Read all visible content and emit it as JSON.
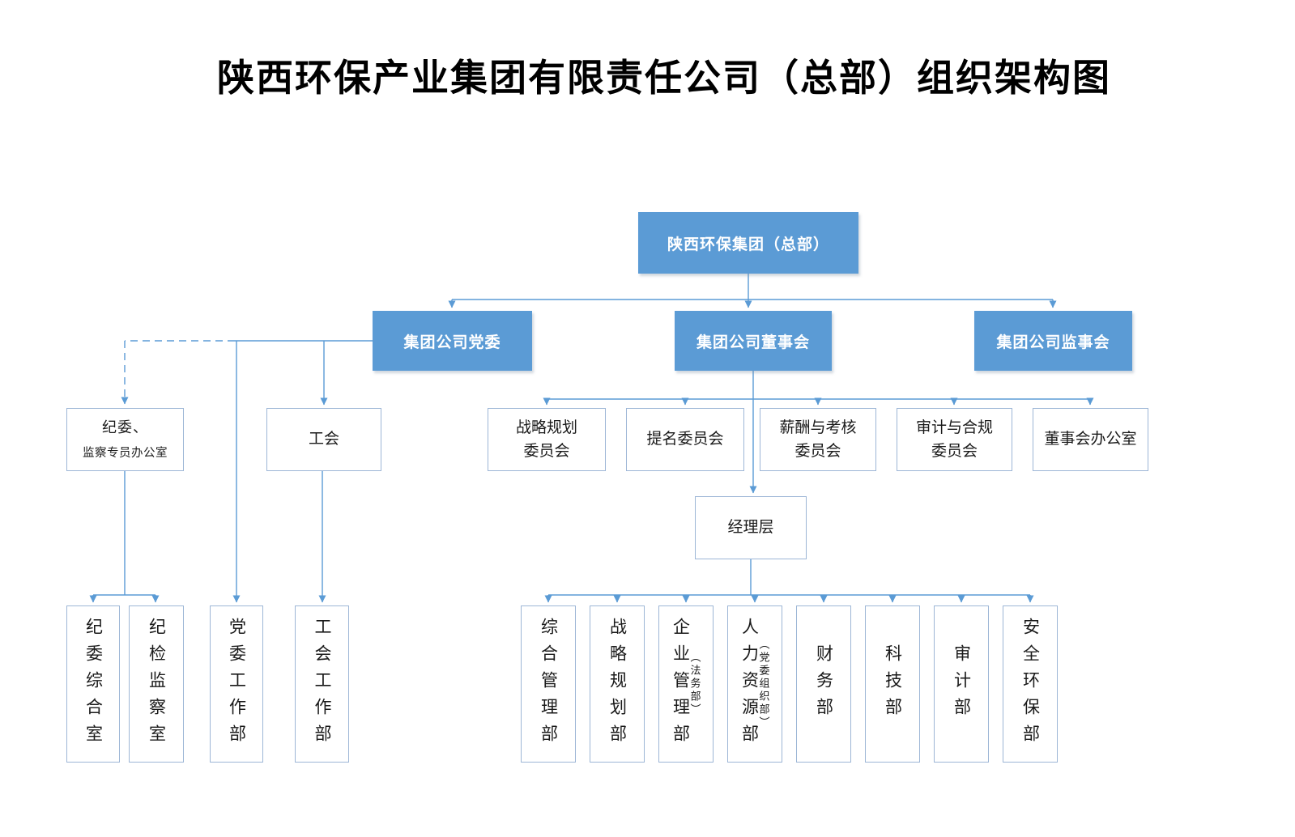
{
  "title": "陕西环保产业集团有限责任公司（总部）组织架构图",
  "colors": {
    "node_blue": "#5B9BD5",
    "node_border": "#9DB6D6",
    "connector": "#5B9BD5"
  },
  "nodes": {
    "headquarters": "陕西环保集团（总部）",
    "party_committee": "集团公司党委",
    "board": "集团公司董事会",
    "supervisory_board": "集团公司监事会",
    "discipline_office": {
      "line1": "纪委、",
      "line2": "监察专员办公室"
    },
    "union": "工会",
    "strategy_committee": "战略规划\n委员会",
    "nomination_committee": "提名委员会",
    "compensation_committee": "薪酬与考核\n委员会",
    "audit_compliance_committee": "审计与合规\n委员会",
    "board_office": "董事会办公室",
    "management_layer": "经理层",
    "left_departments": [
      "纪委综合室",
      "纪检监察室",
      "党委工作部",
      "工会工作部"
    ],
    "right_departments": [
      {
        "name": "综合管理部",
        "sub": ""
      },
      {
        "name": "战略规划部",
        "sub": ""
      },
      {
        "name": "企业管理部",
        "sub": "（法务部）"
      },
      {
        "name": "人力资源部",
        "sub": "（党委组织部）"
      },
      {
        "name": "财务部",
        "sub": ""
      },
      {
        "name": "科技部",
        "sub": ""
      },
      {
        "name": "审计部",
        "sub": ""
      },
      {
        "name": "安全环保部",
        "sub": ""
      }
    ]
  }
}
